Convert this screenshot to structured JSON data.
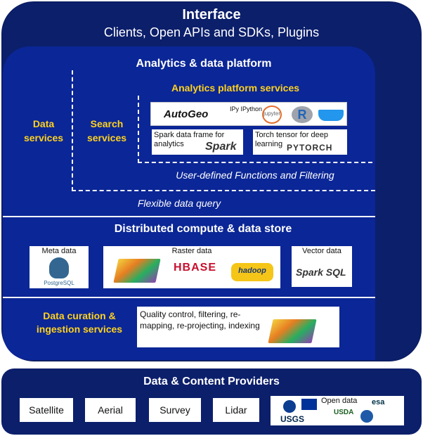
{
  "interface": {
    "title": "Interface",
    "subtitle": "Clients, Open APIs and SDKs, Plugins"
  },
  "analytics": {
    "title": "Analytics & data platform",
    "data_services": "Data services",
    "search_services": "Search services",
    "platform_services_title": "Analytics platform services",
    "logos": {
      "autogeo": "AutoGeo",
      "ipython": "IPy IPython",
      "jupyter": "jupyter",
      "r": "R"
    },
    "spark_df": "Spark data frame for analytics",
    "spark_logo": "Spark",
    "torch": "Torch tensor for deep learning",
    "torch_logo": "PYTORCH",
    "udf": "User-defined Functions and Filtering",
    "flexible_query": "Flexible data query"
  },
  "compute": {
    "title": "Distributed compute & data store",
    "metadata_label": "Meta data",
    "postgres_label": "PostgreSQL",
    "raster_label": "Raster data",
    "hbase_logo": "HBASE",
    "hadoop_logo": "hadoop",
    "vector_label": "Vector data",
    "vector_logo": "Spark SQL"
  },
  "curation": {
    "label": "Data curation & ingestion services",
    "qc_text": "Quality control, filtering, re-mapping, re-projecting, indexing"
  },
  "providers": {
    "title": "Data & Content Providers",
    "items": [
      "Satellite",
      "Aerial",
      "Survey",
      "Lidar"
    ],
    "open_data_label": "Open data",
    "usgs": "USGS",
    "usda": "USDA",
    "esa": "esa"
  },
  "colors": {
    "dark_navy": "#0c1f6b",
    "royal_blue": "#0b2696",
    "accent_yellow": "#ffd21f"
  }
}
